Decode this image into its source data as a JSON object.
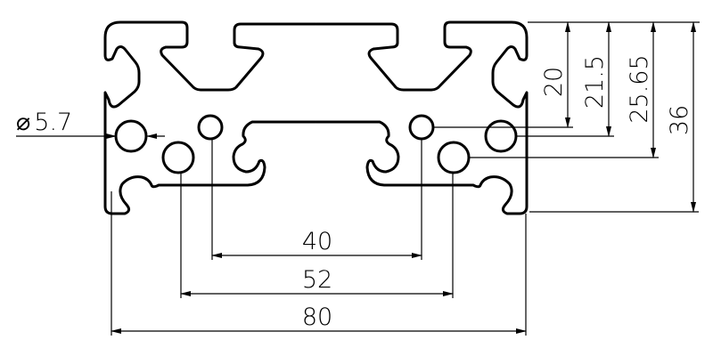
{
  "drawing": {
    "title": "80x36 aluminium profile cross-section",
    "dimensions": {
      "diameter_symbol": "⌀",
      "hole_diameter": "5.7",
      "height_20": "20",
      "height_21_5": "21.5",
      "height_25_65": "25.65",
      "height_36": "36",
      "width_40": "40",
      "width_52": "52",
      "width_80": "80"
    },
    "colors": {
      "line": "#000000",
      "background": "#ffffff"
    }
  }
}
